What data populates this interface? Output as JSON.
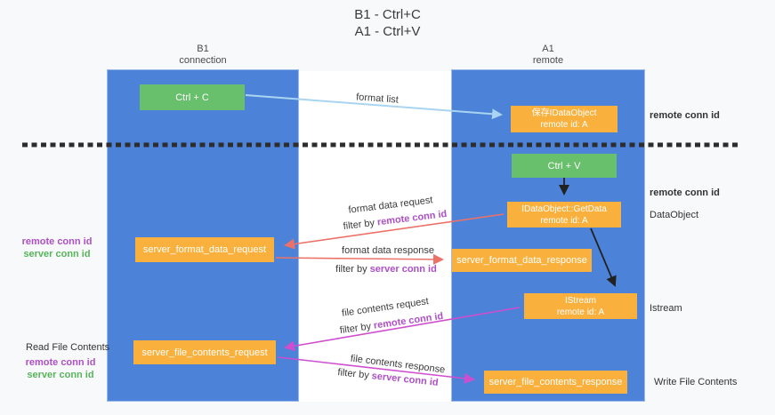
{
  "title": {
    "line1": "B1 - Ctrl+C",
    "line2": "A1 - Ctrl+V"
  },
  "lanes": {
    "left": {
      "name": "B1",
      "role": "connection"
    },
    "right": {
      "name": "A1",
      "role": "remote"
    }
  },
  "boxes": {
    "ctrl_c": {
      "label": "Ctrl + C"
    },
    "ctrl_v": {
      "label": "Ctrl + V"
    },
    "save_dataobject": {
      "line1": "保存IDataObject",
      "line2": "remote id: A"
    },
    "getdata": {
      "line1": "IDataObject::GetData",
      "line2": "remote id: A"
    },
    "istream": {
      "line1": "IStream",
      "line2": "remote id: A"
    },
    "server_format_data_request": {
      "label": "server_format_data_request"
    },
    "server_format_data_response": {
      "label": "server_format_data_response"
    },
    "server_file_contents_request": {
      "label": "server_file_contents_request"
    },
    "server_file_contents_response": {
      "label": "server_file_contents_response"
    }
  },
  "arrow_labels": {
    "format_list": "format list",
    "format_data_request": "format data request",
    "format_data_response": "format data response",
    "file_contents_request": "file contents request",
    "file_contents_response": "file contents response",
    "filter_by": "filter by",
    "remote_conn_id": "remote conn id",
    "server_conn_id": "server conn id"
  },
  "side_labels": {
    "remote_conn_id": "remote conn id",
    "server_conn_id": "server conn id",
    "dataobject": "DataObject",
    "istream": "Istream",
    "read_file_contents": "Read File Contents",
    "write_file_contents": "Write File Contents"
  },
  "colors": {
    "page_bg": "#f8f9fa",
    "label_bg": "#ffffff",
    "column_blue": "#4c82d8",
    "box_green": "#68bf6c",
    "box_orange": "#f9b03c",
    "arrow_blue": "#a9d4f2",
    "arrow_red": "#ec7168",
    "arrow_magenta": "#cf4ed0",
    "arrow_black": "#222222",
    "dashed_black": "#2d2d2d",
    "text_purple": "#ae4fc8",
    "text_green": "#56b45a",
    "text_dark": "#3b3b3b"
  }
}
